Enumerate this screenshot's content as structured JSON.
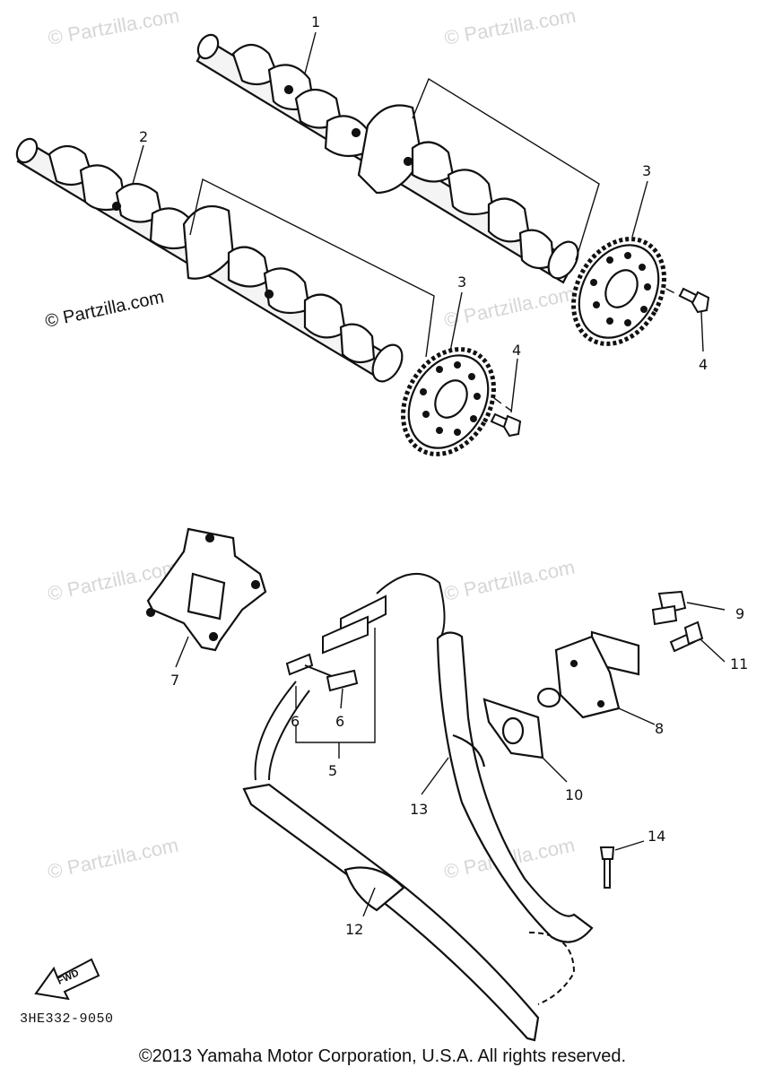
{
  "watermark": "© Partzilla.com",
  "callouts": {
    "c1": "1",
    "c2": "2",
    "c3a": "3",
    "c3b": "3",
    "c4a": "4",
    "c4b": "4",
    "c5": "5",
    "c6a": "6",
    "c6b": "6",
    "c7": "7",
    "c8": "8",
    "c9": "9",
    "c10": "10",
    "c11": "11",
    "c12": "12",
    "c13": "13",
    "c14": "14"
  },
  "fwd_label": "FWD",
  "diagram_code": "3HE332-9050",
  "copyright": "©2013 Yamaha Motor Corporation, U.S.A. All rights reserved."
}
